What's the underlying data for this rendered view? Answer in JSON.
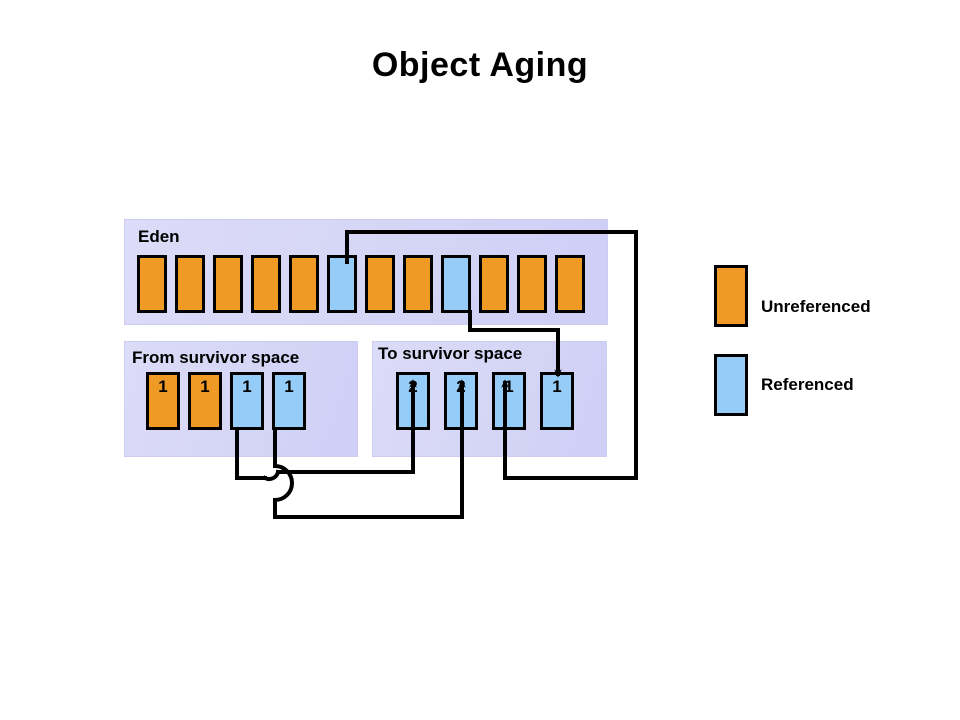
{
  "title": "Object Aging",
  "colors": {
    "unreferenced": "#f09a26",
    "referenced": "#96ccf8",
    "panel": "#d6d6f6",
    "outline": "#000000",
    "background": "#ffffff"
  },
  "regions": [
    {
      "id": "eden",
      "label": "Eden",
      "blocks": [
        {
          "state": "unreferenced",
          "age": ""
        },
        {
          "state": "unreferenced",
          "age": ""
        },
        {
          "state": "unreferenced",
          "age": ""
        },
        {
          "state": "unreferenced",
          "age": ""
        },
        {
          "state": "unreferenced",
          "age": ""
        },
        {
          "state": "referenced",
          "age": ""
        },
        {
          "state": "unreferenced",
          "age": ""
        },
        {
          "state": "unreferenced",
          "age": ""
        },
        {
          "state": "referenced",
          "age": ""
        },
        {
          "state": "unreferenced",
          "age": ""
        },
        {
          "state": "unreferenced",
          "age": ""
        },
        {
          "state": "unreferenced",
          "age": ""
        }
      ]
    },
    {
      "id": "from-survivor",
      "label": "From survivor  space",
      "blocks": [
        {
          "state": "unreferenced",
          "age": "1"
        },
        {
          "state": "unreferenced",
          "age": "1"
        },
        {
          "state": "referenced",
          "age": "1"
        },
        {
          "state": "referenced",
          "age": "1"
        }
      ]
    },
    {
      "id": "to-survivor",
      "label": "To survivor  space",
      "blocks": [
        {
          "state": "referenced",
          "age": "2"
        },
        {
          "state": "referenced",
          "age": "2"
        },
        {
          "state": "referenced",
          "age": "1"
        },
        {
          "state": "referenced",
          "age": "1"
        }
      ]
    }
  ],
  "legend": [
    {
      "state": "unreferenced",
      "label": "Unreferenced"
    },
    {
      "state": "referenced",
      "label": "Referenced"
    }
  ],
  "arrows": [
    {
      "from": "from-survivor.block.3",
      "to": "to-survivor.block.1"
    },
    {
      "from": "from-survivor.block.4",
      "to": "to-survivor.block.2"
    },
    {
      "from": "eden.block.6",
      "to": "to-survivor.block.3"
    },
    {
      "from": "eden.block.9",
      "to": "to-survivor.block.4"
    }
  ]
}
